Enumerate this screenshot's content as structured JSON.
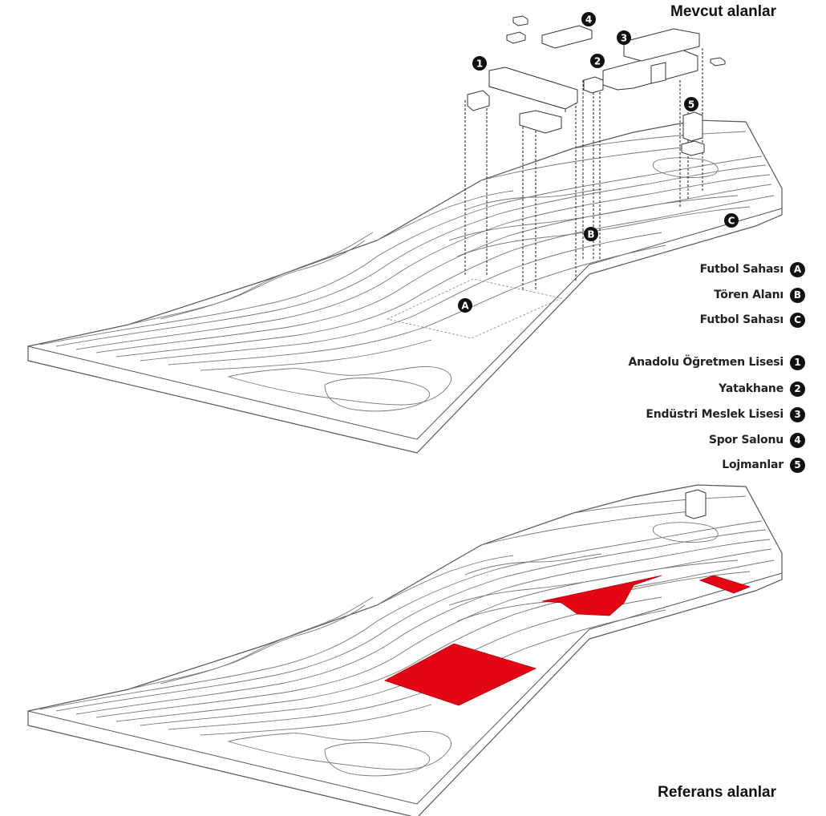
{
  "titles": {
    "top": "Mevcut alanlar",
    "bottom": "Referans alanlar"
  },
  "legend_areas": [
    {
      "label": "Futbol Sahası",
      "marker": "A"
    },
    {
      "label": "Tören Alanı",
      "marker": "B"
    },
    {
      "label": "Futbol Sahası",
      "marker": "C"
    }
  ],
  "legend_buildings": [
    {
      "label": "Anadolu Öğretmen Lisesi",
      "marker": "1"
    },
    {
      "label": "Yatakhane",
      "marker": "2"
    },
    {
      "label": "Endüstri Meslek Lisesi",
      "marker": "3"
    },
    {
      "label": "Spor Salonu",
      "marker": "4"
    },
    {
      "label": "Lojmanlar",
      "marker": "5"
    }
  ],
  "map_markers": {
    "building_1": "1",
    "building_2": "2",
    "building_3": "3",
    "building_4": "4",
    "building_5": "5",
    "area_A": "A",
    "area_B": "B",
    "area_C": "C"
  },
  "colors": {
    "highlight": "#e30613",
    "lines": "#555555",
    "marker": "#111111"
  }
}
